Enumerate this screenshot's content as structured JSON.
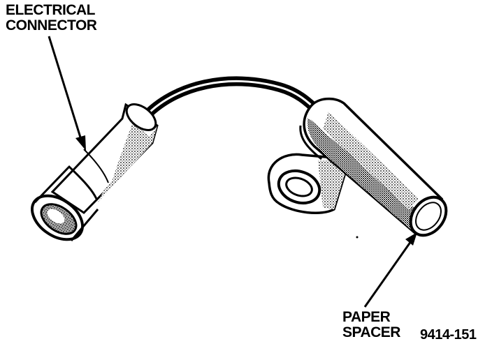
{
  "labels": {
    "electrical_connector": [
      "ELECTRICAL",
      "CONNECTOR"
    ],
    "paper_spacer": [
      "PAPER",
      "SPACER"
    ],
    "figure_number": "9414-151"
  },
  "parts": {
    "connector": "electrical-connector",
    "cable": "sensor-cable",
    "sensor_body": "sensor-body",
    "mounting_bracket": "mounting-bracket",
    "spacer": "paper-spacer"
  },
  "colors": {
    "ink": "#000000",
    "paper": "#ffffff"
  }
}
